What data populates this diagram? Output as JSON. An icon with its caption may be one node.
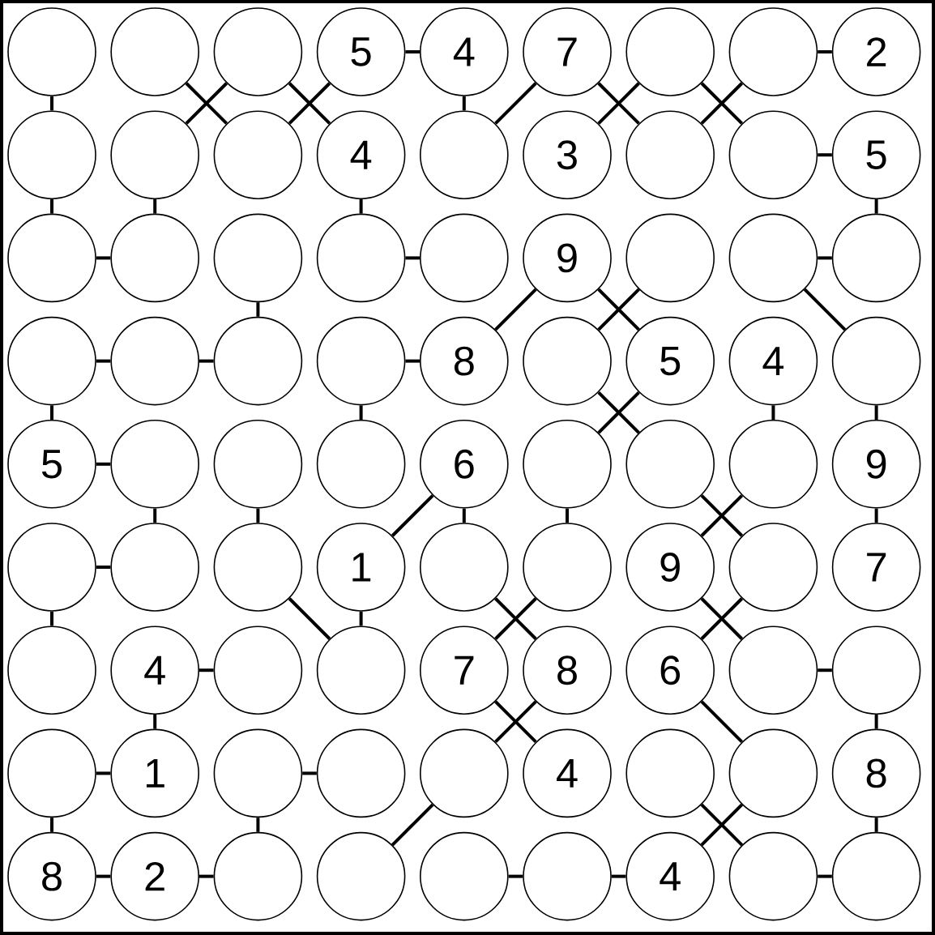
{
  "diagram": {
    "nodes": [
      {
        "text": [],
        "shape": "circle"
      },
      {
        "text": [],
        "shape": "circle"
      },
      {
        "text": [],
        "shape": "circle"
      },
      {
        "text": [
          "5"
        ]
      },
      {
        "text": [
          "4"
        ]
      },
      {
        "text": [
          "7"
        ]
      },
      {
        "text": [],
        "shape": "circle"
      },
      {
        "text": [],
        "shape": "circle"
      },
      {
        "text": [
          "2"
        ]
      },
      {
        "text": [],
        "shape": "circle"
      },
      {
        "text": [],
        "shape": "circle"
      },
      {
        "text": [],
        "shape": "circle"
      },
      {
        "text": [
          "4"
        ]
      },
      {
        "text": [],
        "shape": "circle"
      },
      {
        "text": [
          "3"
        ]
      },
      {
        "text": [],
        "shape": "circle"
      },
      {
        "text": [],
        "shape": "circle"
      },
      {
        "text": [
          "5"
        ]
      },
      {
        "text": [],
        "shape": "circle"
      },
      {
        "text": [],
        "shape": "circle"
      },
      {
        "text": [],
        "shape": "circle"
      },
      {
        "text": [],
        "shape": "circle"
      },
      {
        "text": [],
        "shape": "circle"
      },
      {
        "text": [
          "9"
        ]
      },
      {
        "text": [],
        "shape": "circle"
      },
      {
        "text": [],
        "shape": "circle"
      },
      {
        "text": [],
        "shape": "circle"
      },
      {
        "text": [],
        "shape": "circle"
      },
      {
        "text": [],
        "shape": "circle"
      },
      {
        "text": [],
        "shape": "circle"
      },
      {
        "text": [],
        "shape": "circle"
      },
      {
        "text": [
          "8"
        ]
      },
      {
        "text": [],
        "shape": "circle"
      },
      {
        "text": [
          "5"
        ]
      },
      {
        "text": [
          "4"
        ]
      },
      {
        "text": [],
        "shape": "circle"
      },
      {
        "text": [
          "5"
        ]
      },
      {
        "text": [],
        "shape": "circle"
      },
      {
        "text": [],
        "shape": "circle"
      },
      {
        "text": [],
        "shape": "circle"
      },
      {
        "text": [
          "6"
        ]
      },
      {
        "text": [],
        "shape": "circle"
      },
      {
        "text": [],
        "shape": "circle"
      },
      {
        "text": [],
        "shape": "circle"
      },
      {
        "text": [
          "9"
        ]
      },
      {
        "text": [],
        "shape": "circle"
      },
      {
        "text": [],
        "shape": "circle"
      },
      {
        "text": [],
        "shape": "circle"
      },
      {
        "text": [
          "1"
        ]
      },
      {
        "text": [],
        "shape": "circle"
      },
      {
        "text": [],
        "shape": "circle"
      },
      {
        "text": [
          "9"
        ]
      },
      {
        "text": [],
        "shape": "circle"
      },
      {
        "text": [
          "7"
        ]
      },
      {
        "text": [],
        "shape": "circle"
      },
      {
        "text": [
          "4"
        ]
      },
      {
        "text": [],
        "shape": "circle"
      },
      {
        "text": [],
        "shape": "circle"
      },
      {
        "text": [
          "7"
        ]
      },
      {
        "text": [
          "8"
        ]
      },
      {
        "text": [
          "6"
        ]
      },
      {
        "text": [],
        "shape": "circle"
      },
      {
        "text": [],
        "shape": "circle"
      },
      {
        "text": [],
        "shape": "circle"
      },
      {
        "text": [
          "1"
        ]
      },
      {
        "text": [],
        "shape": "circle"
      },
      {
        "text": [],
        "shape": "circle"
      },
      {
        "text": [],
        "shape": "circle"
      },
      {
        "text": [
          "4"
        ]
      },
      {
        "text": [],
        "shape": "circle"
      },
      {
        "text": [],
        "shape": "circle"
      },
      {
        "text": [
          "8"
        ]
      },
      {
        "text": [
          "8"
        ]
      },
      {
        "text": [
          "2"
        ]
      },
      {
        "text": [],
        "shape": "circle"
      },
      {
        "text": [],
        "shape": "circle"
      },
      {
        "text": [],
        "shape": "circle"
      },
      {
        "text": [],
        "shape": "circle"
      },
      {
        "text": [
          "4"
        ]
      },
      {
        "text": [],
        "shape": "circle"
      },
      {
        "text": [],
        "shape": "circle"
      }
    ],
    "edges": [
      {
        "from": 3,
        "to": 4,
        "arrow": "none"
      },
      {
        "from": 7,
        "to": 8,
        "arrow": "none"
      },
      {
        "from": 0,
        "to": 9,
        "arrow": "none"
      },
      {
        "from": 4,
        "to": 13,
        "arrow": "none"
      },
      {
        "from": 1,
        "to": 11,
        "arrow": "none"
      },
      {
        "from": 2,
        "to": 10,
        "arrow": "none"
      },
      {
        "from": 2,
        "to": 12,
        "arrow": "none"
      },
      {
        "from": 3,
        "to": 11,
        "arrow": "none"
      },
      {
        "from": 5,
        "to": 13,
        "arrow": "none"
      },
      {
        "from": 5,
        "to": 15,
        "arrow": "none"
      },
      {
        "from": 6,
        "to": 14,
        "arrow": "none"
      },
      {
        "from": 6,
        "to": 16,
        "arrow": "none"
      },
      {
        "from": 7,
        "to": 15,
        "arrow": "none"
      },
      {
        "from": 16,
        "to": 17,
        "arrow": "none"
      },
      {
        "from": 9,
        "to": 18,
        "arrow": "none"
      },
      {
        "from": 10,
        "to": 19,
        "arrow": "none"
      },
      {
        "from": 12,
        "to": 21,
        "arrow": "none"
      },
      {
        "from": 17,
        "to": 26,
        "arrow": "none"
      },
      {
        "from": 18,
        "to": 19,
        "arrow": "none"
      },
      {
        "from": 21,
        "to": 22,
        "arrow": "none"
      },
      {
        "from": 25,
        "to": 26,
        "arrow": "none"
      },
      {
        "from": 20,
        "to": 29,
        "arrow": "none"
      },
      {
        "from": 23,
        "to": 31,
        "arrow": "none"
      },
      {
        "from": 23,
        "to": 33,
        "arrow": "none"
      },
      {
        "from": 24,
        "to": 32,
        "arrow": "none"
      },
      {
        "from": 25,
        "to": 35,
        "arrow": "none"
      },
      {
        "from": 27,
        "to": 28,
        "arrow": "none"
      },
      {
        "from": 28,
        "to": 29,
        "arrow": "none"
      },
      {
        "from": 30,
        "to": 31,
        "arrow": "none"
      },
      {
        "from": 27,
        "to": 36,
        "arrow": "none"
      },
      {
        "from": 30,
        "to": 39,
        "arrow": "none"
      },
      {
        "from": 32,
        "to": 42,
        "arrow": "none"
      },
      {
        "from": 33,
        "to": 41,
        "arrow": "none"
      },
      {
        "from": 34,
        "to": 43,
        "arrow": "none"
      },
      {
        "from": 35,
        "to": 44,
        "arrow": "none"
      },
      {
        "from": 36,
        "to": 37,
        "arrow": "none"
      },
      {
        "from": 37,
        "to": 46,
        "arrow": "none"
      },
      {
        "from": 38,
        "to": 47,
        "arrow": "none"
      },
      {
        "from": 40,
        "to": 49,
        "arrow": "none"
      },
      {
        "from": 41,
        "to": 50,
        "arrow": "none"
      },
      {
        "from": 40,
        "to": 48,
        "arrow": "none"
      },
      {
        "from": 42,
        "to": 52,
        "arrow": "none"
      },
      {
        "from": 43,
        "to": 51,
        "arrow": "none"
      },
      {
        "from": 44,
        "to": 53,
        "arrow": "none"
      },
      {
        "from": 45,
        "to": 46,
        "arrow": "none"
      },
      {
        "from": 45,
        "to": 54,
        "arrow": "none"
      },
      {
        "from": 48,
        "to": 57,
        "arrow": "none"
      },
      {
        "from": 47,
        "to": 57,
        "arrow": "none"
      },
      {
        "from": 49,
        "to": 59,
        "arrow": "none"
      },
      {
        "from": 50,
        "to": 58,
        "arrow": "none"
      },
      {
        "from": 51,
        "to": 61,
        "arrow": "none"
      },
      {
        "from": 52,
        "to": 60,
        "arrow": "none"
      },
      {
        "from": 55,
        "to": 56,
        "arrow": "none"
      },
      {
        "from": 61,
        "to": 62,
        "arrow": "none"
      },
      {
        "from": 55,
        "to": 64,
        "arrow": "none"
      },
      {
        "from": 58,
        "to": 68,
        "arrow": "none"
      },
      {
        "from": 59,
        "to": 67,
        "arrow": "none"
      },
      {
        "from": 60,
        "to": 70,
        "arrow": "none"
      },
      {
        "from": 62,
        "to": 71,
        "arrow": "none"
      },
      {
        "from": 63,
        "to": 64,
        "arrow": "none"
      },
      {
        "from": 65,
        "to": 66,
        "arrow": "none"
      },
      {
        "from": 63,
        "to": 72,
        "arrow": "none"
      },
      {
        "from": 65,
        "to": 74,
        "arrow": "none"
      },
      {
        "from": 67,
        "to": 75,
        "arrow": "none"
      },
      {
        "from": 69,
        "to": 79,
        "arrow": "none"
      },
      {
        "from": 70,
        "to": 78,
        "arrow": "none"
      },
      {
        "from": 71,
        "to": 80,
        "arrow": "none"
      },
      {
        "from": 72,
        "to": 73,
        "arrow": "none"
      },
      {
        "from": 73,
        "to": 74,
        "arrow": "none"
      },
      {
        "from": 76,
        "to": 77,
        "arrow": "none"
      },
      {
        "from": 77,
        "to": 78,
        "arrow": "none"
      },
      {
        "from": 79,
        "to": 80,
        "arrow": "none"
      }
    ]
  }
}
